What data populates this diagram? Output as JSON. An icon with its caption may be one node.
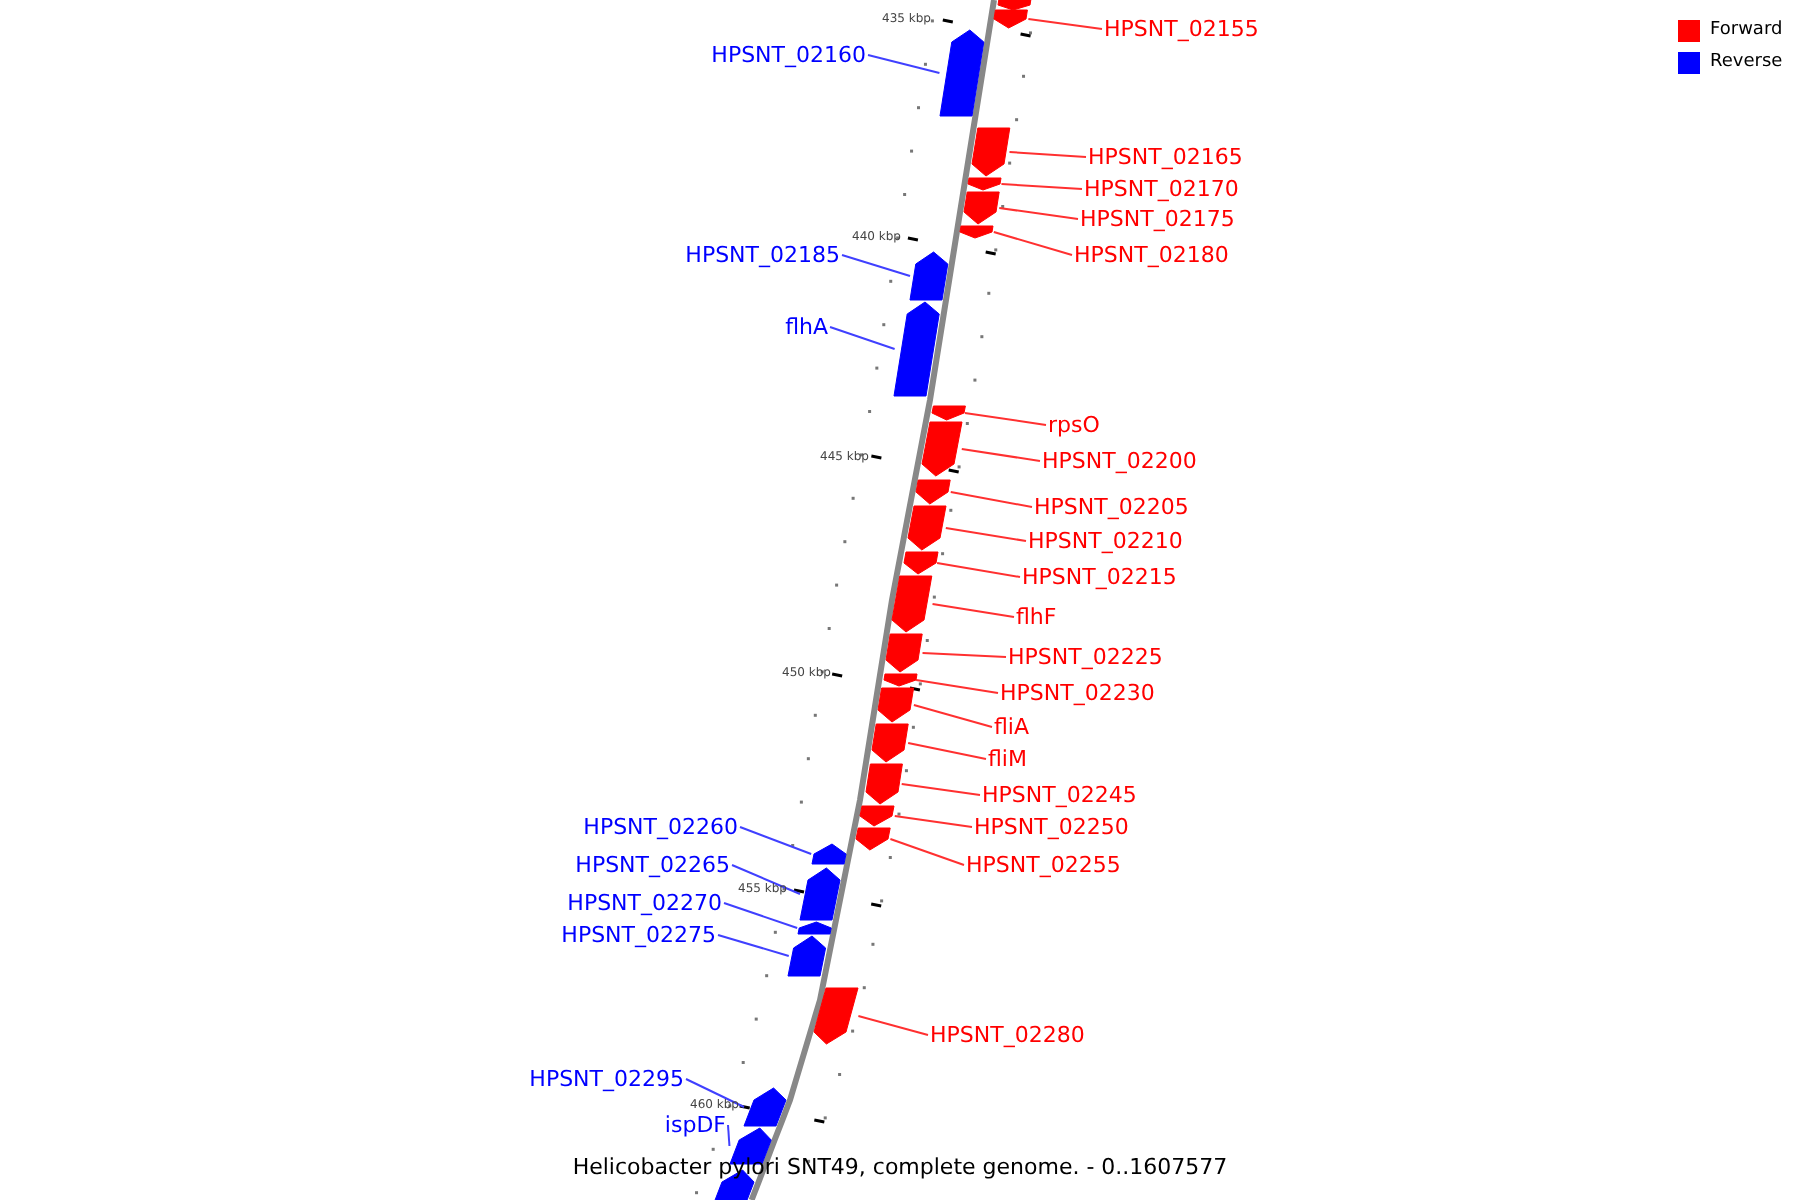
{
  "diagram": {
    "caption": "Helicobacter pylori SNT49, complete genome. - 0..1607577",
    "nodes": [
      {
        "text": [],
        "shape": "pentagon"
      },
      {
        "text": [
          "HPSNT_02155"
        ]
      },
      {
        "text": [],
        "shape": "pentagon"
      },
      {
        "text": [
          "HPSNT_02160"
        ]
      },
      {
        "text": [],
        "shape": "pentagon"
      },
      {
        "text": [
          "HPSNT_02165"
        ]
      },
      {
        "text": [],
        "shape": "pentagon"
      },
      {
        "text": [
          "HPSNT_02170"
        ]
      },
      {
        "text": [],
        "shape": "pentagon"
      },
      {
        "text": [
          "HPSNT_02175"
        ]
      },
      {
        "text": [],
        "shape": "pentagon"
      },
      {
        "text": [
          "HPSNT_02180"
        ]
      },
      {
        "text": [],
        "shape": "pentagon"
      },
      {
        "text": [
          "HPSNT_02185"
        ]
      },
      {
        "text": [],
        "shape": "pentagon"
      },
      {
        "text": [
          "flhA"
        ]
      },
      {
        "text": [],
        "shape": "pentagon"
      },
      {
        "text": [
          "rpsO"
        ]
      },
      {
        "text": [],
        "shape": "pentagon"
      },
      {
        "text": [
          "HPSNT_02200"
        ]
      },
      {
        "text": [],
        "shape": "pentagon"
      },
      {
        "text": [
          "HPSNT_02205"
        ]
      },
      {
        "text": [],
        "shape": "pentagon"
      },
      {
        "text": [
          "HPSNT_02210"
        ]
      },
      {
        "text": [],
        "shape": "pentagon"
      },
      {
        "text": [
          "HPSNT_02215"
        ]
      },
      {
        "text": [],
        "shape": "pentagon"
      },
      {
        "text": [
          "flhF"
        ]
      },
      {
        "text": [],
        "shape": "pentagon"
      },
      {
        "text": [
          "HPSNT_02225"
        ]
      },
      {
        "text": [],
        "shape": "pentagon"
      },
      {
        "text": [
          "HPSNT_02230"
        ]
      },
      {
        "text": [],
        "shape": "pentagon"
      },
      {
        "text": [
          "fliA"
        ]
      },
      {
        "text": [],
        "shape": "pentagon"
      },
      {
        "text": [
          "fliM"
        ]
      },
      {
        "text": [],
        "shape": "pentagon"
      },
      {
        "text": [
          "HPSNT_02245"
        ]
      },
      {
        "text": [],
        "shape": "pentagon"
      },
      {
        "text": [
          "HPSNT_02250"
        ]
      },
      {
        "text": [],
        "shape": "pentagon"
      },
      {
        "text": [
          "HPSNT_02255"
        ]
      },
      {
        "text": [],
        "shape": "pentagon"
      },
      {
        "text": [
          "HPSNT_02260"
        ]
      },
      {
        "text": [],
        "shape": "pentagon"
      },
      {
        "text": [
          "HPSNT_02265"
        ]
      },
      {
        "text": [],
        "shape": "pentagon"
      },
      {
        "text": [
          "HPSNT_02270"
        ]
      },
      {
        "text": [],
        "shape": "pentagon"
      },
      {
        "text": [
          "HPSNT_02275"
        ]
      },
      {
        "text": [],
        "shape": "pentagon"
      },
      {
        "text": [
          "HPSNT_02280"
        ]
      },
      {
        "text": [],
        "shape": "pentagon"
      },
      {
        "text": [
          "HPSNT_02295"
        ]
      },
      {
        "text": [],
        "shape": "pentagon"
      },
      {
        "text": [
          "ispDF"
        ]
      },
      {
        "text": [],
        "shape": "pentagon"
      },
      {
        "text": [],
        "shape": "pentagon"
      }
    ],
    "edges": [
      {
        "from": 1,
        "to": 2,
        "arrow": "none"
      },
      {
        "from": 3,
        "to": 4,
        "arrow": "none",
        "color": "#4040ff"
      },
      {
        "from": 5,
        "to": 6,
        "arrow": "none"
      },
      {
        "from": 7,
        "to": 8,
        "arrow": "none"
      },
      {
        "from": 9,
        "to": 10,
        "arrow": "none"
      },
      {
        "from": 11,
        "to": 12,
        "arrow": "none"
      },
      {
        "from": 13,
        "to": 14,
        "arrow": "none",
        "color": "#4040ff"
      },
      {
        "from": 15,
        "to": 16,
        "arrow": "none",
        "color": "#4040ff"
      },
      {
        "from": 17,
        "to": 18,
        "arrow": "none"
      },
      {
        "from": 19,
        "to": 20,
        "arrow": "none"
      },
      {
        "from": 21,
        "to": 22,
        "arrow": "none"
      },
      {
        "from": 23,
        "to": 24,
        "arrow": "none"
      },
      {
        "from": 25,
        "to": 26,
        "arrow": "none"
      },
      {
        "from": 27,
        "to": 28,
        "arrow": "none"
      },
      {
        "from": 29,
        "to": 30,
        "arrow": "none"
      },
      {
        "from": 31,
        "to": 32,
        "arrow": "none"
      },
      {
        "from": 33,
        "to": 34,
        "arrow": "none"
      },
      {
        "from": 35,
        "to": 36,
        "arrow": "none"
      },
      {
        "from": 37,
        "to": 38,
        "arrow": "none"
      },
      {
        "from": 39,
        "to": 40,
        "arrow": "none"
      },
      {
        "from": 41,
        "to": 42,
        "arrow": "none"
      },
      {
        "from": 43,
        "to": 44,
        "arrow": "none",
        "color": "#4040ff"
      },
      {
        "from": 45,
        "to": 46,
        "arrow": "none",
        "color": "#4040ff"
      },
      {
        "from": 47,
        "to": 48,
        "arrow": "none",
        "color": "#4040ff"
      },
      {
        "from": 49,
        "to": 50,
        "arrow": "none",
        "color": "#4040ff"
      },
      {
        "from": 51,
        "to": 52,
        "arrow": "none"
      },
      {
        "from": 53,
        "to": 54,
        "arrow": "none",
        "color": "#4040ff"
      },
      {
        "from": 55,
        "to": 56,
        "arrow": "none",
        "color": "#4040ff"
      }
    ],
    "labels": [
      "435 kbp",
      "440 kbp",
      "445 kbp",
      "450 kbp",
      "455 kbp",
      "460 kbp"
    ],
    "legend": [
      {
        "text": "Forward",
        "color": "#ff0000"
      },
      {
        "text": "Reverse",
        "color": "#0000ff"
      }
    ]
  }
}
